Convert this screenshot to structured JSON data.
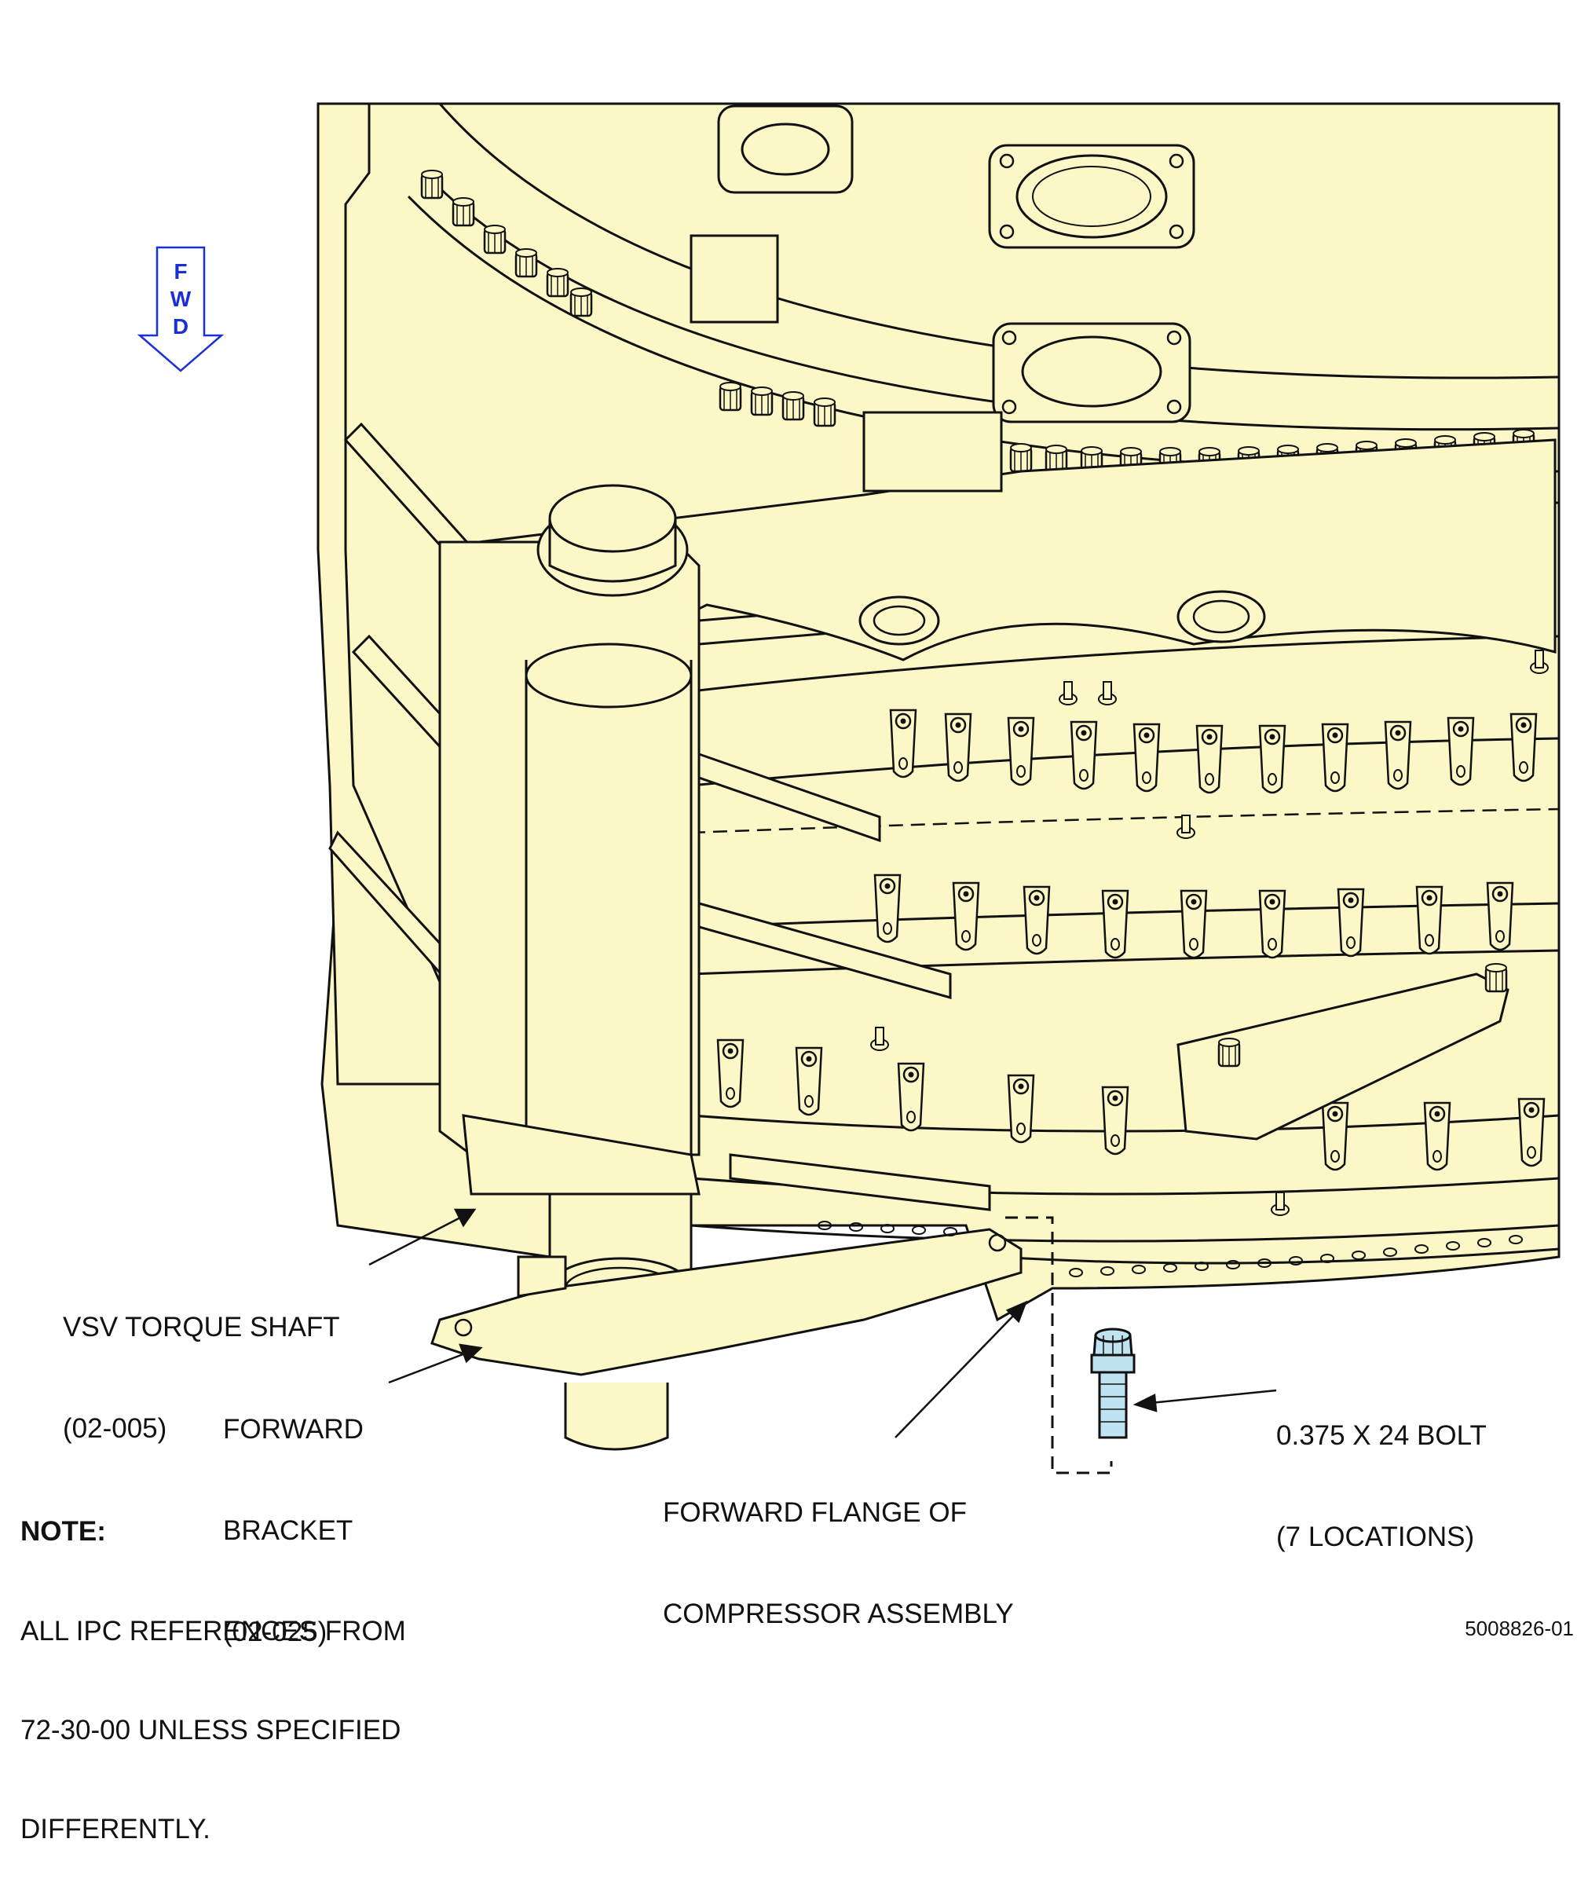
{
  "direction_indicator": {
    "letters": [
      "F",
      "W",
      "D"
    ],
    "color": "#1a2fd8"
  },
  "callouts": {
    "torque_shaft": {
      "line1": "VSV TORQUE SHAFT",
      "line2": "(02-005)"
    },
    "forward_bracket": {
      "line1": "FORWARD",
      "line2": "BRACKET",
      "line3": "(02-025)"
    },
    "forward_flange": {
      "line1": "FORWARD FLANGE OF",
      "line2": "COMPRESSOR ASSEMBLY"
    },
    "bolt": {
      "line1": "0.375 X 24 BOLT",
      "line2": "(7 LOCATIONS)"
    }
  },
  "note": {
    "title": "NOTE:",
    "lines": [
      "ALL IPC REFERENCES FROM",
      "72-30-00 UNLESS SPECIFIED",
      "DIFFERENTLY."
    ]
  },
  "figure_id": "5008826-01",
  "colors": {
    "part_fill": "#fbf7c7",
    "ink": "#111111",
    "bolt_fill": "#bfe3f0"
  }
}
